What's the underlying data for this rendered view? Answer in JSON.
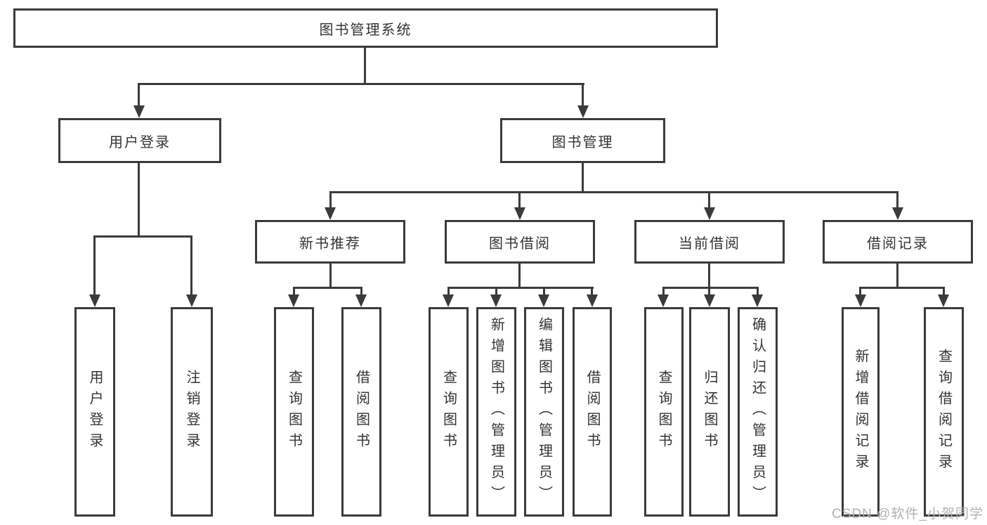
{
  "nodes": {
    "root": {
      "label": "图书管理系统"
    },
    "user_login": {
      "label": "用户登录"
    },
    "book_mgmt": {
      "label": "图书管理"
    },
    "new_book_rec": {
      "label": "新书推荐"
    },
    "book_borrow": {
      "label": "图书借阅"
    },
    "current_borrow": {
      "label": "当前借阅"
    },
    "borrow_records": {
      "label": "借阅记录"
    },
    "leaf_user_login": {
      "label": "用户登录"
    },
    "leaf_logout": {
      "label": "注销登录"
    },
    "leaf_query_book_1": {
      "label": "查询图书"
    },
    "leaf_borrow_book_1": {
      "label": "借阅图书"
    },
    "leaf_query_book_2": {
      "label": "查询图书"
    },
    "leaf_add_book": {
      "label": "新增图书（管理员）"
    },
    "leaf_edit_book": {
      "label": "编辑图书（管理员）"
    },
    "leaf_borrow_book_2": {
      "label": "借阅图书"
    },
    "leaf_query_book_3": {
      "label": "查询图书"
    },
    "leaf_return_book": {
      "label": "归还图书"
    },
    "leaf_confirm_return": {
      "label": "确认归还（管理员）"
    },
    "leaf_add_record": {
      "label": "新增借阅记录"
    },
    "leaf_query_record": {
      "label": "查询借阅记录"
    }
  },
  "hierarchy": {
    "图书管理系统": {
      "用户登录": [
        "用户登录",
        "注销登录"
      ],
      "图书管理": {
        "新书推荐": [
          "查询图书",
          "借阅图书"
        ],
        "图书借阅": [
          "查询图书",
          "新增图书（管理员）",
          "编辑图书（管理员）",
          "借阅图书"
        ],
        "当前借阅": [
          "查询图书",
          "归还图书",
          "确认归还（管理员）"
        ],
        "借阅记录": [
          "新增借阅记录",
          "查询借阅记录"
        ]
      }
    }
  },
  "watermark": "CSDN @软件_小贺同学",
  "colors": {
    "line": "#3b3b3b",
    "text": "#333333",
    "box_fill": "#ffffff",
    "watermark": "#b2b2b2",
    "background": "#ffffff"
  }
}
